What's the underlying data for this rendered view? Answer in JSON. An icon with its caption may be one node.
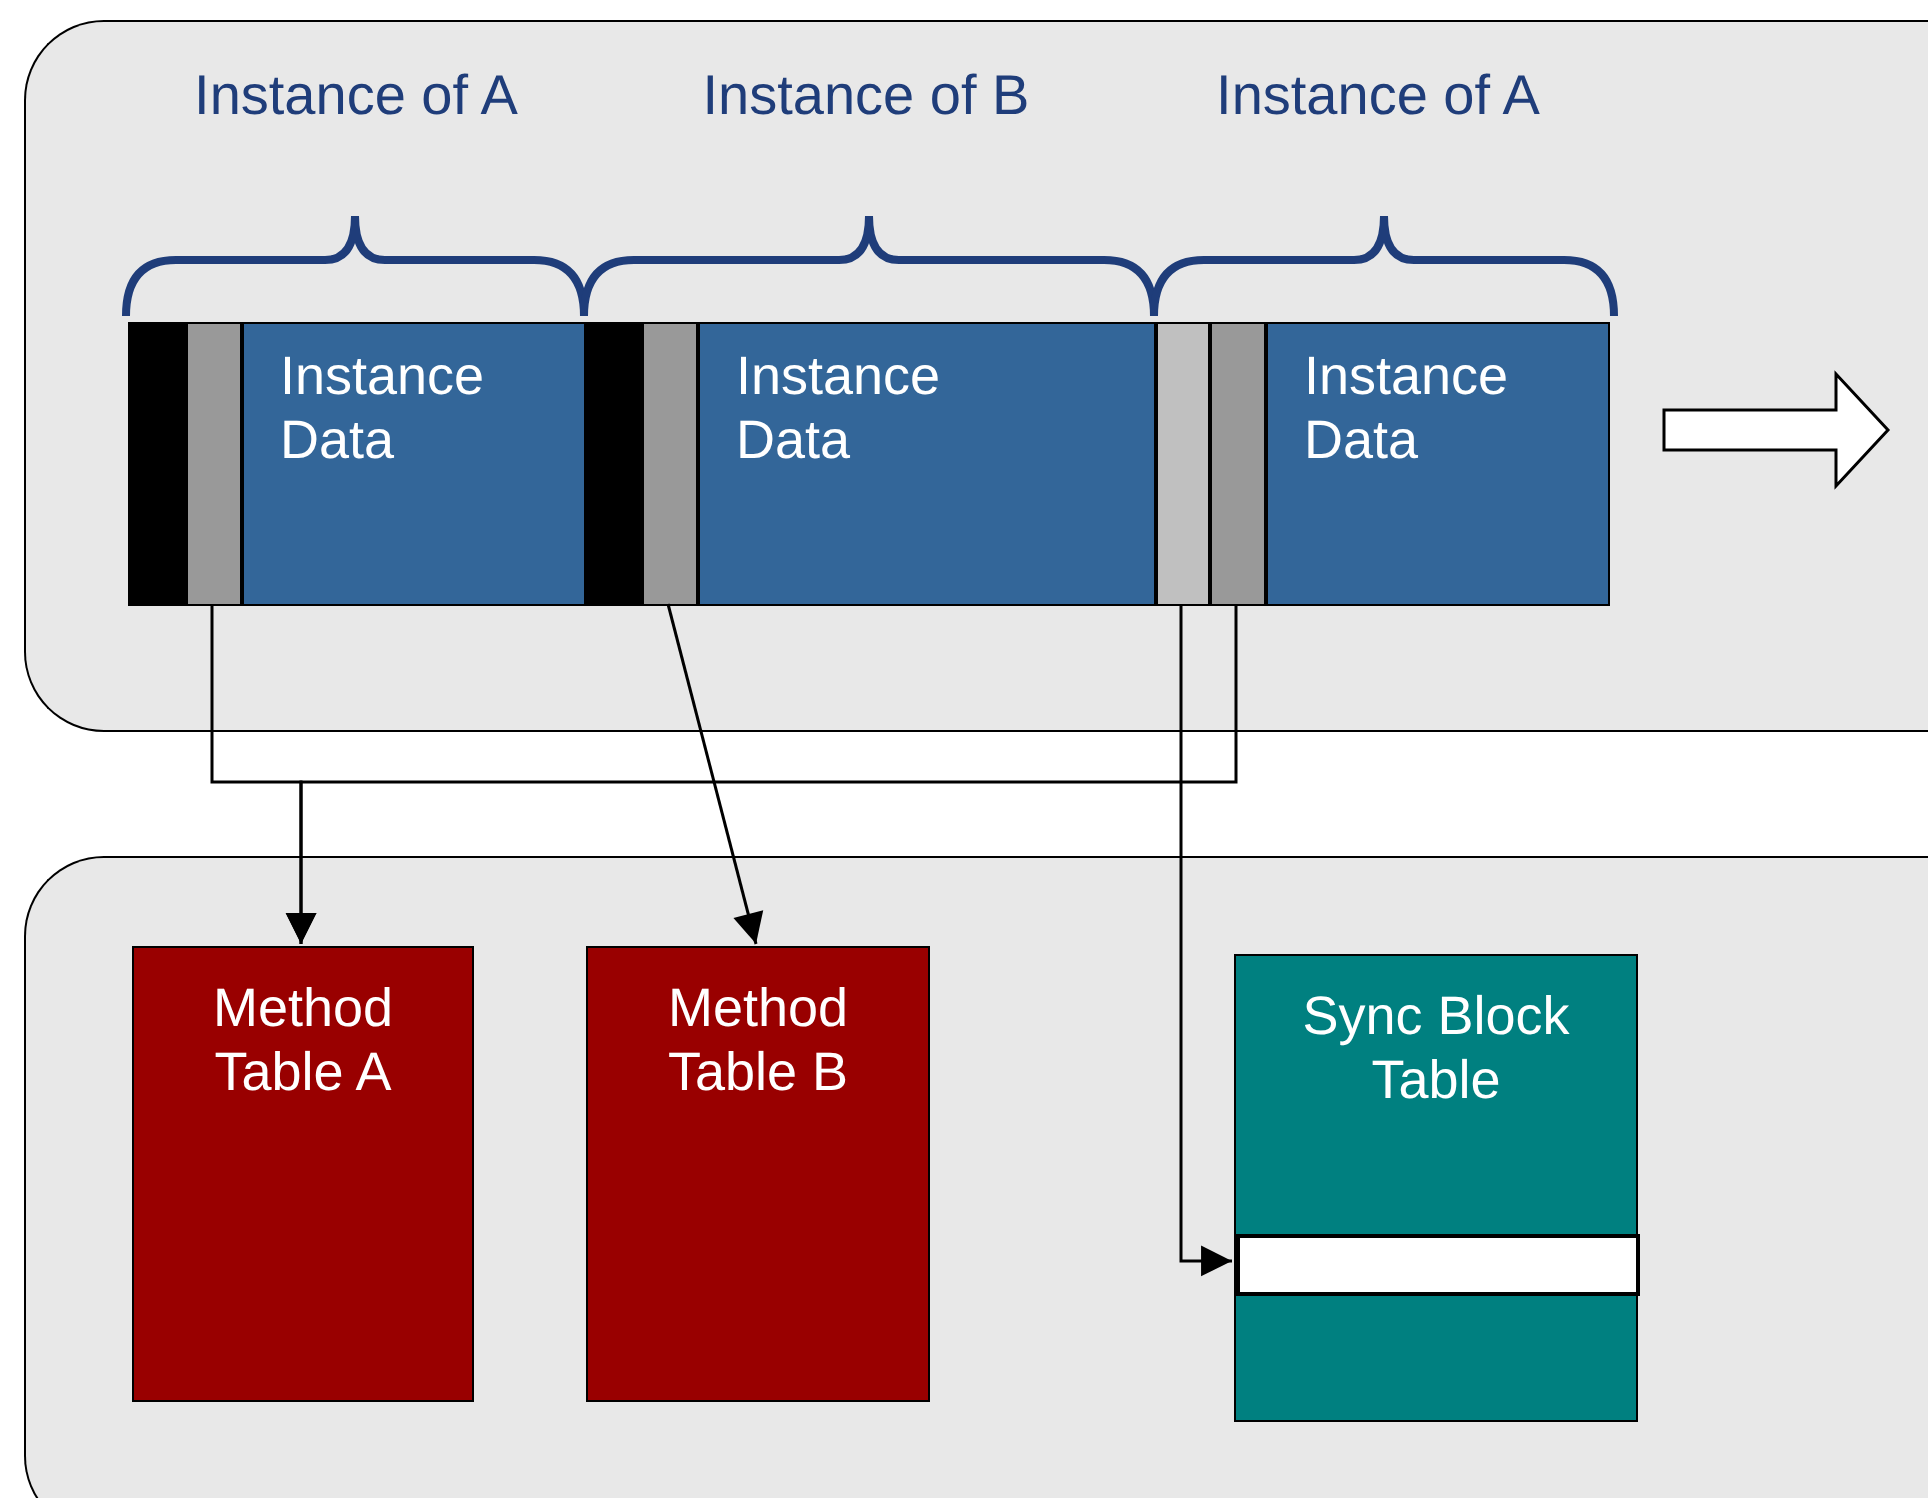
{
  "diagram": {
    "nodes": [
      {
        "text": [],
        "shape": "box"
      },
      {
        "text": [],
        "shape": "bar",
        "in": 0
      },
      {
        "text": [],
        "shape": "bar",
        "in": 0
      },
      {
        "text": [
          "Instance Data"
        ],
        "in": 0
      },
      {
        "text": [],
        "shape": "bar",
        "in": 0
      },
      {
        "text": [],
        "shape": "bar",
        "in": 0
      },
      {
        "text": [
          "Instance Data"
        ],
        "in": 0
      },
      {
        "text": [],
        "shape": "bar",
        "in": 0
      },
      {
        "text": [],
        "shape": "bar",
        "in": 0
      },
      {
        "text": [
          "Instance Data"
        ],
        "in": 0
      },
      {
        "text": [],
        "shape": "box"
      },
      {
        "text": [
          "Method Table A"
        ],
        "in": 10
      },
      {
        "text": [
          "Method Table B"
        ],
        "in": 10
      },
      {
        "text": [
          "Sync Block Table"
        ],
        "in": 10
      },
      {
        "text": [],
        "shape": "bar",
        "in": 13
      }
    ],
    "edges": [
      {
        "from": 2,
        "to": 11,
        "arrow": "to"
      },
      {
        "from": 8,
        "to": 11,
        "arrow": "to"
      },
      {
        "from": 5,
        "to": 12,
        "arrow": "to"
      },
      {
        "from": 7,
        "to": 14,
        "arrow": "to"
      }
    ],
    "labels": [
      "Instance of A",
      "Instance of B",
      "Instance of A"
    ]
  }
}
